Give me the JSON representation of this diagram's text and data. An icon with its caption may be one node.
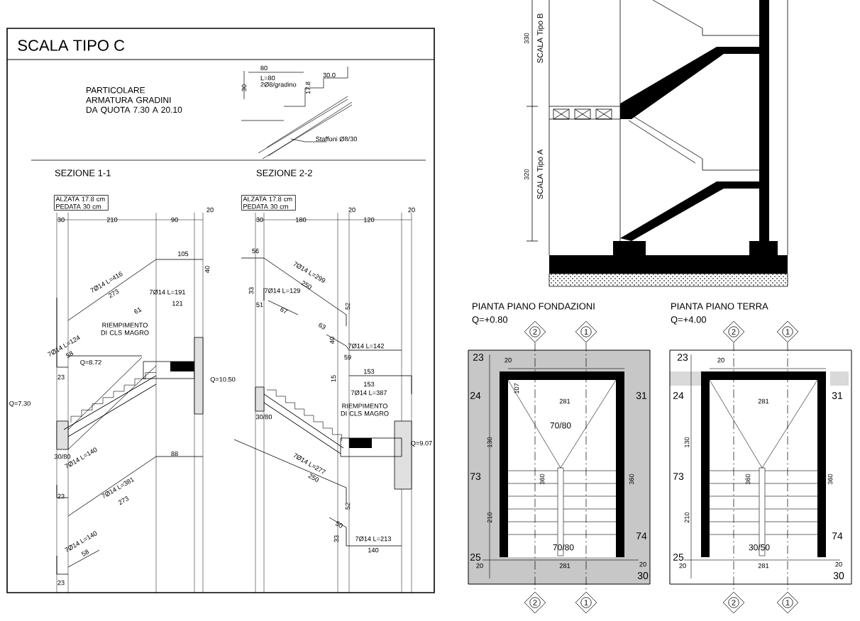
{
  "diagram": {
    "title": "SCALA TIPO C",
    "nodes": [
      {
        "text": [
          "2"
        ]
      },
      {
        "text": [
          "1"
        ]
      },
      {
        "text": [
          "2"
        ]
      },
      {
        "text": [
          "1"
        ]
      },
      {
        "text": [
          "2"
        ]
      },
      {
        "text": [
          "1"
        ]
      },
      {
        "text": [
          "2"
        ]
      },
      {
        "text": [
          "1"
        ]
      },
      {
        "text": [
          "ALZATA 17.8 cm PEDATA 30 cm"
        ]
      },
      {
        "text": [
          "ALZATA 17.8 cm PEDATA 30 cm"
        ]
      }
    ],
    "edges": [
      {
        "from": 0,
        "to": 2,
        "arrow": "none",
        "style": "dashed"
      },
      {
        "from": 1,
        "to": 3,
        "arrow": "none",
        "style": "dashed"
      },
      {
        "from": 4,
        "to": 6,
        "arrow": "none",
        "style": "dashed"
      },
      {
        "from": 5,
        "to": 7,
        "arrow": "none",
        "style": "dashed"
      }
    ],
    "labels": [
      "PARTICOLARE ARMATURA GRADINI DA QUOTA 7.30 A 20.10",
      "80",
      "L=80",
      "2Ø8/gradino",
      "30",
      "17.8",
      "30.0",
      "Staffoni Ø8/30",
      "SEZIONE 1-1",
      "SEZIONE 2-2",
      "30",
      "210",
      "90",
      "20",
      "7Ø14 L=416",
      "273",
      "105",
      "40",
      "7Ø14 L=191",
      "121",
      "61",
      "RIEMPIMENTO DI CLS MAGRO",
      "7Ø14 L=124",
      "58",
      "23",
      "Q=8.72",
      "Q=7.30",
      "30/80",
      "7Ø14 L=140",
      "88",
      "23",
      "7Ø14 L=381",
      "273",
      "7Ø14 L=140",
      "58",
      "23",
      "30",
      "180",
      "20",
      "120",
      "20",
      "56",
      "7Ø14 L=299",
      "250",
      "52",
      "33",
      "7Ø14 L=129",
      "51",
      "67",
      "63",
      "40",
      "7Ø14 L=142",
      "59",
      "15",
      "153",
      "153",
      "7Ø14 L=387",
      "RIEMPIMENTO DI CLS MAGRO",
      "Q=10.50",
      "30/80",
      "Q=9.07",
      "7Ø14 L=277",
      "250",
      "52",
      "50",
      "33",
      "7Ø14 L=213",
      "140",
      "330",
      "SCALA Tipo B",
      "320",
      "SCALA Tipo A",
      "PIANTA PIANO FONDAZIONI",
      "Q=+0.80",
      "23",
      "20",
      "24",
      "107",
      "281",
      "31",
      "70/80",
      "130",
      "73",
      "360",
      "360",
      "210",
      "74",
      "70/80",
      "25",
      "20",
      "281",
      "20",
      "30",
      "PIANTA PIANO TERRA",
      "Q=+4.00",
      "23",
      "20",
      "24",
      "281",
      "31",
      "130",
      "73",
      "360",
      "360",
      "210",
      "74",
      "30/50",
      "25",
      "20",
      "281",
      "20",
      "30"
    ]
  }
}
